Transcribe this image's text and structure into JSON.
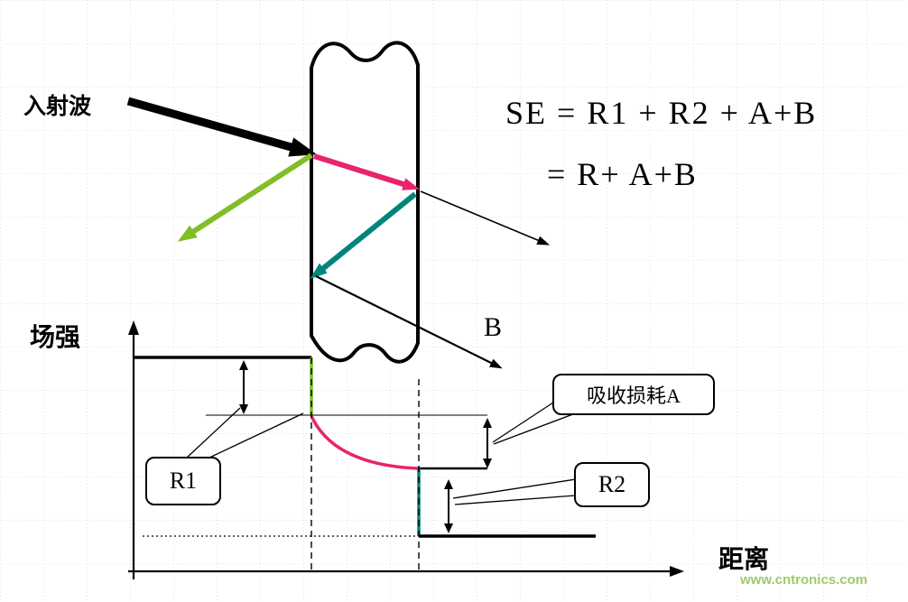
{
  "labels": {
    "incident_wave": "入射波",
    "b_point": "B",
    "field_strength_axis": "场强",
    "distance_axis": "距离"
  },
  "formula": {
    "line1": "SE = R1 + R2 + A+B",
    "line2": "= R+ A+B"
  },
  "callouts": {
    "absorption_loss": "吸收损耗A",
    "r1": "R1",
    "r2": "R2"
  },
  "watermark": "www.cntronics.com",
  "colors": {
    "green": "#7FBE26",
    "pink": "#E8246E",
    "teal": "#00857C",
    "black": "#000000",
    "grid": "#c9c9c9",
    "reference_line": "#333333",
    "watermark_green": "#9CCB6B"
  }
}
